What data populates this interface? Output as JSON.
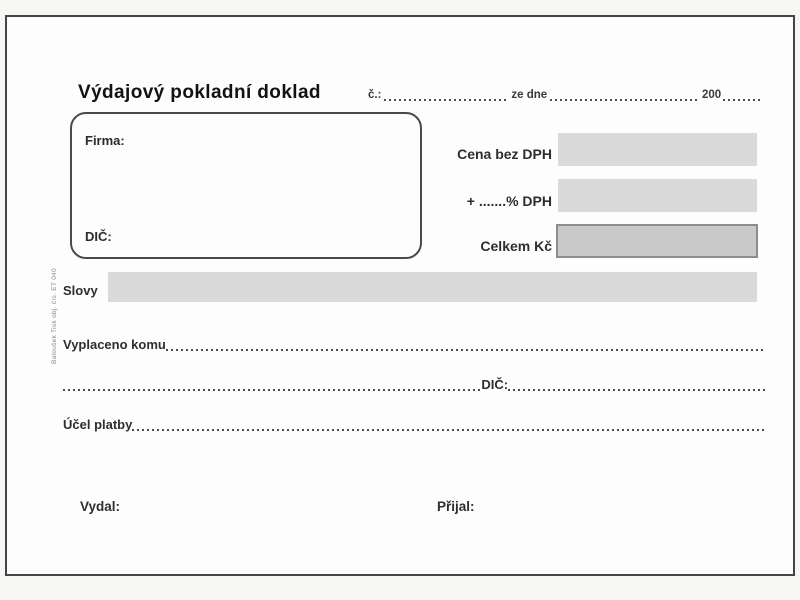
{
  "form": {
    "title": "Výdajový pokladní doklad",
    "header": {
      "number_label": "č.:",
      "date_label": "ze dne",
      "year_prefix": "200"
    },
    "company_box": {
      "company_label": "Firma:",
      "vat_label": "DIČ:"
    },
    "amounts": {
      "rows": [
        {
          "label": "Cena bez DPH"
        },
        {
          "label": "+ .......% DPH"
        },
        {
          "label": "Celkem Kč"
        }
      ]
    },
    "in_words_label": "Slovy",
    "paid_to_label": "Vyplaceno komu",
    "vat_mid_label": "DIČ:",
    "purpose_label": "Účel platby",
    "issued_by_label": "Vydal:",
    "received_by_label": "Přijal:",
    "imprint": "Baloušek Tisk obj. čís. ET 040",
    "colors": {
      "paper": "#fdfdfd",
      "frame_border": "#454545",
      "field_fill": "#dadada",
      "total_fill": "#c9c9c9",
      "total_border": "#8d8d8d",
      "text": "#1f1f1f",
      "dotted_leader": "#4d4d4d"
    }
  }
}
